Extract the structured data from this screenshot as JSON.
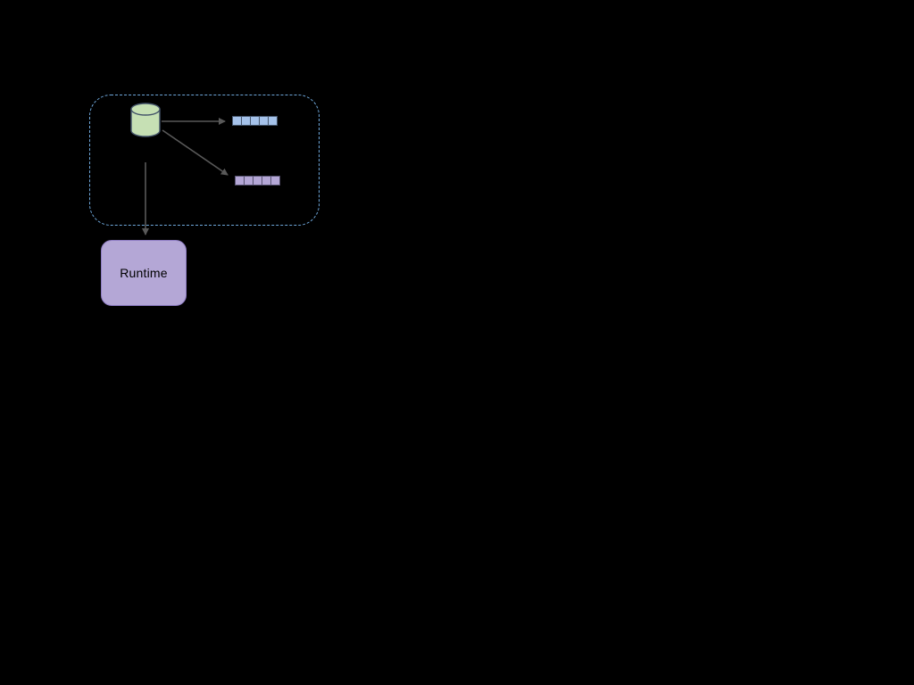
{
  "canvas": {
    "background": "#000000"
  },
  "colors": {
    "canvas-bg": "#000000",
    "boundary-dash": "#6fa8dc",
    "cylinder-fill": "#c6e0b4",
    "cylinder-stroke": "#44546a",
    "blue-cell-fill": "#a5c2ea",
    "blue-cell-border": "#44546a",
    "purple-cell-fill": "#b4a7d6",
    "purple-cell-border": "#55506e",
    "arrow": "#595959",
    "runtime-fill": "#b4a7d6",
    "runtime-border": "#8e7cc3",
    "runtime-text": "#000000"
  },
  "nodes": {
    "runtime": {
      "label": "Runtime"
    },
    "database": {
      "icon": "database-cylinder"
    },
    "blue_row": {
      "cells": 5
    },
    "purple_row": {
      "cells": 5
    }
  }
}
